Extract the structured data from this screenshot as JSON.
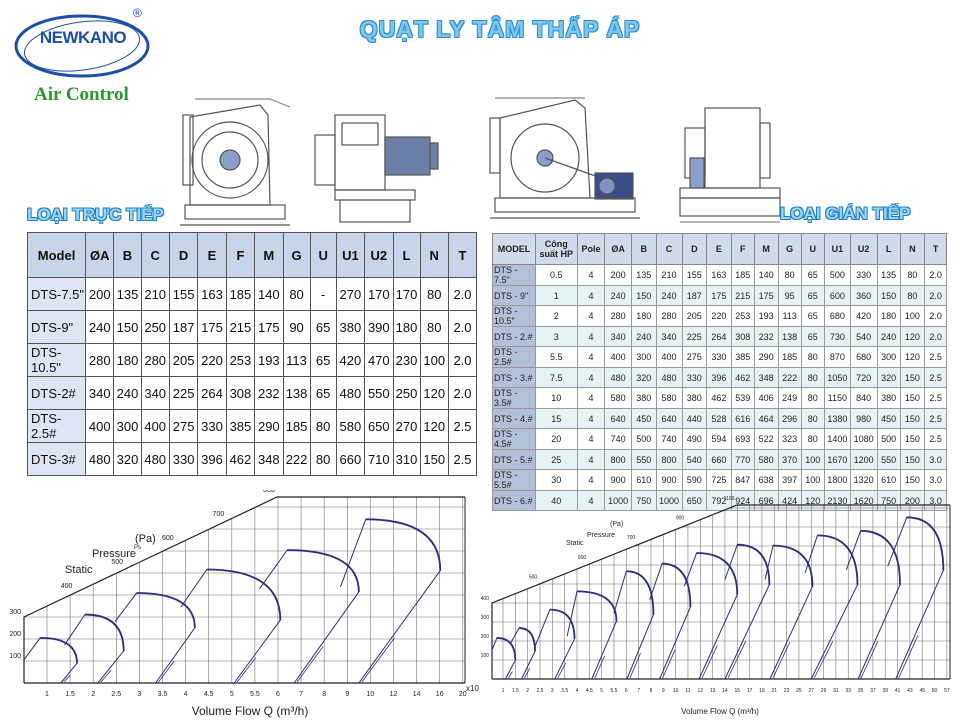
{
  "brand": {
    "name": "NEWKANO",
    "tagline": "Air Control",
    "registered_mark": "®",
    "color": "#1d4fa8",
    "tagline_color": "#2a9a2a"
  },
  "title": "QUẠT LY TÂM THẤP ÁP",
  "sections": {
    "direct": "LOẠI TRỰC TIẾP",
    "indirect": "LOẠI GIÁN TIẾP"
  },
  "direct_table": {
    "headers": [
      "Model",
      "ØA",
      "B",
      "C",
      "D",
      "E",
      "F",
      "M",
      "G",
      "U",
      "U1",
      "U2",
      "L",
      "N",
      "T"
    ],
    "rows": [
      [
        "DTS-7.5\"",
        "200",
        "135",
        "210",
        "155",
        "163",
        "185",
        "140",
        "80",
        "-",
        "270",
        "170",
        "170",
        "80",
        "2.0"
      ],
      [
        "DTS-9\"",
        "240",
        "150",
        "250",
        "187",
        "175",
        "215",
        "175",
        "90",
        "65",
        "380",
        "390",
        "180",
        "80",
        "2.0"
      ],
      [
        "DTS-10.5\"",
        "280",
        "180",
        "280",
        "205",
        "220",
        "253",
        "193",
        "113",
        "65",
        "420",
        "470",
        "230",
        "100",
        "2.0"
      ],
      [
        "DTS-2#",
        "340",
        "240",
        "340",
        "225",
        "264",
        "308",
        "232",
        "138",
        "65",
        "480",
        "550",
        "250",
        "120",
        "2.0"
      ],
      [
        "DTS-2.5#",
        "400",
        "300",
        "400",
        "275",
        "330",
        "385",
        "290",
        "185",
        "80",
        "580",
        "650",
        "270",
        "120",
        "2.5"
      ],
      [
        "DTS-3#",
        "480",
        "320",
        "480",
        "330",
        "396",
        "462",
        "348",
        "222",
        "80",
        "660",
        "710",
        "310",
        "150",
        "2.5"
      ]
    ]
  },
  "indirect_table": {
    "headers": [
      "MODEL",
      "Công suất HP",
      "Pole",
      "ØA",
      "B",
      "C",
      "D",
      "E",
      "F",
      "M",
      "G",
      "U",
      "U1",
      "U2",
      "L",
      "N",
      "T"
    ],
    "rows": [
      [
        "DTS - 7.5\"",
        "0.5",
        "4",
        "200",
        "135",
        "210",
        "155",
        "163",
        "185",
        "140",
        "80",
        "65",
        "500",
        "330",
        "135",
        "80",
        "2.0"
      ],
      [
        "DTS - 9\"",
        "1",
        "4",
        "240",
        "150",
        "240",
        "187",
        "175",
        "215",
        "175",
        "95",
        "65",
        "600",
        "360",
        "150",
        "80",
        "2.0"
      ],
      [
        "DTS - 10.5\"",
        "2",
        "4",
        "280",
        "180",
        "280",
        "205",
        "220",
        "253",
        "193",
        "113",
        "65",
        "680",
        "420",
        "180",
        "100",
        "2.0"
      ],
      [
        "DTS - 2.#",
        "3",
        "4",
        "340",
        "240",
        "340",
        "225",
        "264",
        "308",
        "232",
        "138",
        "65",
        "730",
        "540",
        "240",
        "120",
        "2.0"
      ],
      [
        "DTS - 2.5#",
        "5.5",
        "4",
        "400",
        "300",
        "400",
        "275",
        "330",
        "385",
        "290",
        "185",
        "80",
        "870",
        "680",
        "300",
        "120",
        "2.5"
      ],
      [
        "DTS - 3.#",
        "7.5",
        "4",
        "480",
        "320",
        "480",
        "330",
        "396",
        "462",
        "348",
        "222",
        "80",
        "1050",
        "720",
        "320",
        "150",
        "2.5"
      ],
      [
        "DTS - 3.5#",
        "10",
        "4",
        "580",
        "380",
        "580",
        "380",
        "462",
        "539",
        "406",
        "249",
        "80",
        "1150",
        "840",
        "380",
        "150",
        "2.5"
      ],
      [
        "DTS - 4.#",
        "15",
        "4",
        "640",
        "450",
        "640",
        "440",
        "528",
        "616",
        "464",
        "296",
        "80",
        "1380",
        "980",
        "450",
        "150",
        "2.5"
      ],
      [
        "DTS - 4.5#",
        "20",
        "4",
        "740",
        "500",
        "740",
        "490",
        "594",
        "693",
        "522",
        "323",
        "80",
        "1400",
        "1080",
        "500",
        "150",
        "2.5"
      ],
      [
        "DTS - 5.#",
        "25",
        "4",
        "800",
        "550",
        "800",
        "540",
        "660",
        "770",
        "580",
        "370",
        "100",
        "1670",
        "1200",
        "550",
        "150",
        "3.0"
      ],
      [
        "DTS - 5.5#",
        "30",
        "4",
        "900",
        "610",
        "900",
        "590",
        "725",
        "847",
        "638",
        "397",
        "100",
        "1800",
        "1320",
        "610",
        "150",
        "3.0"
      ],
      [
        "DTS - 6.#",
        "40",
        "4",
        "1000",
        "750",
        "1000",
        "650",
        "792",
        "924",
        "696",
        "424",
        "120",
        "2130",
        "1620",
        "750",
        "200",
        "3.0"
      ]
    ]
  },
  "chart_data": [
    {
      "type": "line",
      "title": "",
      "xlabel": "Volume Flow Q (m³/h)",
      "x_multiplier_label": "x10",
      "ylabel_words": [
        "Static",
        "Pressure",
        "(Pa)",
        "Ps"
      ],
      "x_ticks": [
        "1",
        "1.5",
        "2",
        "2.5",
        "3",
        "3.5",
        "4",
        "4.5",
        "5",
        "5.5",
        "6",
        "7",
        "8",
        "9",
        "10",
        "12",
        "14",
        "16",
        "20"
      ],
      "y_ticks": [
        "100",
        "200",
        "300"
      ],
      "diagonal_ticks": [
        "400",
        "500",
        "600",
        "700",
        "800"
      ],
      "grid": true,
      "line_color": "#2b2f7a",
      "curves": [
        {
          "points": [
            [
              0.5,
              105
            ],
            [
              0.85,
              205
            ],
            [
              1.65,
              90
            ],
            [
              1.3,
              0
            ]
          ]
        },
        {
          "points": [
            [
              1.38,
              173
            ],
            [
              1.82,
              311
            ],
            [
              2.66,
              146
            ],
            [
              2.1,
              0
            ]
          ]
        },
        {
          "points": [
            [
              2.47,
              278
            ],
            [
              2.94,
              409
            ],
            [
              4.2,
              251
            ],
            [
              3.35,
              0
            ]
          ]
        },
        {
          "points": [
            [
              3.9,
              346
            ],
            [
              4.46,
              516
            ],
            [
              6.1,
              286
            ],
            [
              5.05,
              0
            ]
          ]
        },
        {
          "points": [
            [
              5.6,
              428
            ],
            [
              6.4,
              604
            ],
            [
              9.5,
              414
            ],
            [
              6.7,
              0
            ]
          ]
        },
        {
          "points": [
            [
              8.7,
              436
            ],
            [
              9.8,
              744
            ],
            [
              16.1,
              511
            ],
            [
              9.5,
              0
            ]
          ]
        }
      ]
    },
    {
      "type": "line",
      "title": "",
      "xlabel": "Volume Flow Q (m³/h)",
      "ylabel_words": [
        "Static",
        "Pressure",
        "(Pa)"
      ],
      "x_ticks": [
        "1",
        "1.5",
        "2",
        "2.5",
        "3",
        "3.5",
        "4",
        "4.5",
        "5",
        "5.5",
        "6",
        "7",
        "8",
        "9",
        "10",
        "11",
        "12",
        "13",
        "14",
        "15",
        "17",
        "19",
        "21",
        "23",
        "25",
        "27",
        "29",
        "31",
        "33",
        "35",
        "37",
        "39",
        "41",
        "43",
        "45",
        "50",
        "57"
      ],
      "y_ticks": [
        "100",
        "200",
        "300",
        "400"
      ],
      "diagonal_ticks": [
        "500",
        "600",
        "700",
        "900",
        "1100"
      ],
      "grid": true,
      "line_color": "#2b2f7a",
      "curves": [
        {
          "points": [
            [
              0.55,
              151
            ],
            [
              0.75,
              216
            ],
            [
              1.5,
              98
            ],
            [
              1.1,
              0
            ]
          ]
        },
        {
          "points": [
            [
              1.3,
              186
            ],
            [
              1.65,
              268
            ],
            [
              2.3,
              146
            ],
            [
              1.75,
              0
            ]
          ]
        },
        {
          "points": [
            [
              2.3,
              172
            ],
            [
              2.9,
              365
            ],
            [
              3.9,
              211
            ],
            [
              3.1,
              0
            ]
          ]
        },
        {
          "points": [
            [
              3.6,
              225
            ],
            [
              4.0,
              461
            ],
            [
              5.6,
              304
            ],
            [
              4.6,
              0
            ]
          ]
        },
        {
          "points": [
            [
              5.5,
              347
            ],
            [
              6.0,
              567
            ],
            [
              8.2,
              339
            ],
            [
              6.05,
              0
            ]
          ]
        },
        {
          "points": [
            [
              7.9,
              418
            ],
            [
              8.9,
              607
            ],
            [
              11.2,
              379
            ],
            [
              8.7,
              0
            ]
          ]
        },
        {
          "points": [
            [
              10.7,
              488
            ],
            [
              11.7,
              663
            ],
            [
              15,
              444
            ],
            [
              11.9,
              0
            ]
          ]
        },
        {
          "points": [
            [
              14,
              523
            ],
            [
              15,
              707
            ],
            [
              20.2,
              496
            ],
            [
              14,
              0
            ]
          ]
        },
        {
          "points": [
            [
              19.5,
              523
            ],
            [
              20.8,
              702
            ],
            [
              27.2,
              488
            ],
            [
              20.3,
              0
            ]
          ]
        },
        {
          "points": [
            [
              26,
              558
            ],
            [
              28,
              756
            ],
            [
              34.5,
              496
            ],
            [
              27,
              0
            ]
          ]
        },
        {
          "points": [
            [
              32.7,
              575
            ],
            [
              35,
              780
            ],
            [
              41.4,
              496
            ],
            [
              34.6,
              0
            ]
          ]
        },
        {
          "points": [
            [
              39.4,
              593
            ],
            [
              42.5,
              851
            ],
            [
              55,
              572
            ],
            [
              40.7,
              0
            ]
          ]
        }
      ]
    }
  ]
}
